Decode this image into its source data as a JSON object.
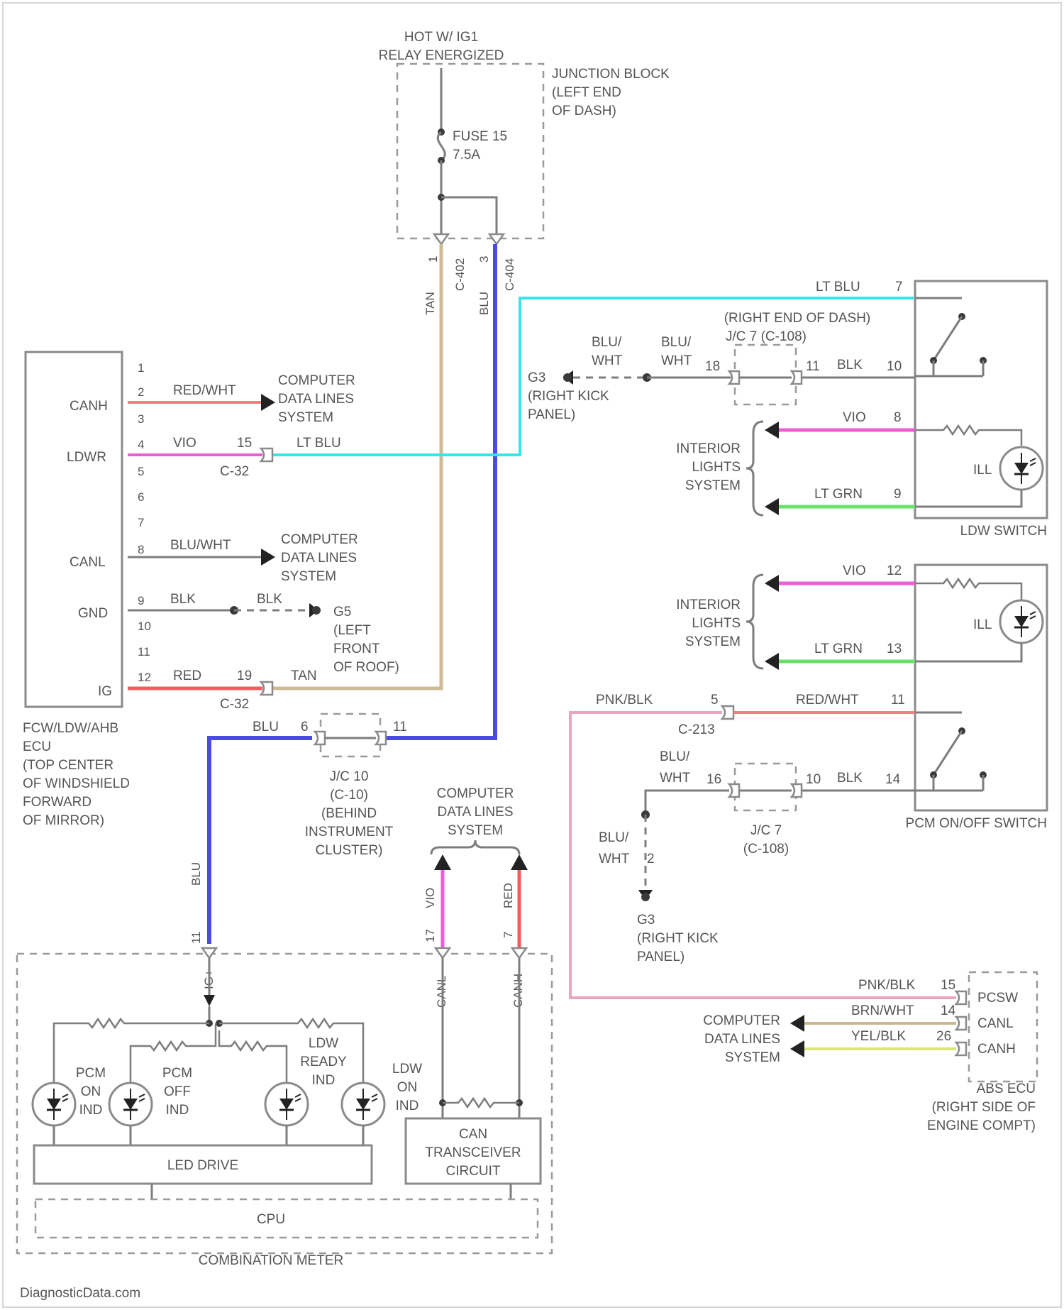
{
  "colors": {
    "lt_blu": "#38e4ec",
    "blu": "#4a4ae6",
    "tan": "#cdbb95",
    "red": "#f05c5c",
    "red_wht": "#f28080",
    "vio": "#f05cd6",
    "lt_grn": "#6adf6a",
    "pnk_blk": "#e8a6ba",
    "brn_wht": "#c8b890",
    "yel_blk": "#dde47a",
    "wire_gray": "#7d7d7d"
  },
  "top": {
    "hot_label": "HOT W/ IG1",
    "relay_label": "RELAY ENERGIZED",
    "junction_block": [
      "JUNCTION BLOCK",
      "(LEFT END",
      "OF DASH)"
    ],
    "fuse": [
      "FUSE 15",
      "7.5A"
    ],
    "pin_left": "1",
    "pin_right": "3",
    "conn_left": "C-402",
    "conn_right": "C-404",
    "wire_tan": "TAN",
    "wire_blu": "BLU"
  },
  "ecu": {
    "name": [
      "FCW/LDW/AHB",
      "ECU",
      "(TOP CENTER",
      "OF WINDSHIELD",
      "FORWARD",
      "OF MIRROR)"
    ],
    "pin_numbers": [
      "1",
      "2",
      "3",
      "4",
      "5",
      "6",
      "7",
      "8",
      "9",
      "10",
      "11",
      "12"
    ],
    "labels": {
      "canh": "CANH",
      "ldwr": "LDWR",
      "canl": "CANL",
      "gnd": "GND",
      "ig": "IG"
    },
    "wires": {
      "canh_color": "RED/WHT",
      "ldwr_color": "VIO",
      "ldwr_conn_pin": "15",
      "ldwr_conn": "C-32",
      "ldwr_out": "LT BLU",
      "canl_color": "BLU/WHT",
      "gnd_color": "BLK",
      "gnd_color2": "BLK",
      "ig_color": "RED",
      "ig_conn_pin": "19",
      "ig_conn": "C-32",
      "ig_out": "TAN"
    },
    "ground": [
      "G5",
      "(LEFT",
      "FRONT",
      "OF ROOF)"
    ],
    "cdl1": [
      "COMPUTER",
      "DATA LINES",
      "SYSTEM"
    ],
    "cdl2": [
      "COMPUTER",
      "DATA LINES",
      "SYSTEM"
    ]
  },
  "jc10": {
    "label": [
      "J/C 10",
      "(C-10)",
      "(BEHIND",
      "INSTRUMENT",
      "CLUSTER)"
    ],
    "pin_in": "6",
    "pin_out": "11",
    "wire_in": "BLU"
  },
  "ldw_switch": {
    "name": "LDW SWITCH",
    "location": "(RIGHT END OF DASH)",
    "pin_ltblu": "7",
    "wire_ltblu": "LT BLU",
    "ground": [
      "G3",
      "(RIGHT KICK",
      "PANEL)"
    ],
    "wire_bluwht_1": [
      "BLU/",
      "WHT"
    ],
    "wire_bluwht_2": [
      "BLU/",
      "WHT"
    ],
    "jc_label": "J/C 7 (C-108)",
    "jc_pin_in": "18",
    "jc_pin_out": "11",
    "blk_label": "BLK",
    "blk_pin": "10",
    "vio_label": "VIO",
    "vio_pin": "8",
    "ltgrn_label": "LT GRN",
    "ltgrn_pin": "9",
    "ill": "ILL",
    "interior": [
      "INTERIOR",
      "LIGHTS",
      "SYSTEM"
    ]
  },
  "pcm_switch": {
    "name": "PCM ON/OFF SWITCH",
    "interior": [
      "INTERIOR",
      "LIGHTS",
      "SYSTEM"
    ],
    "vio_label": "VIO",
    "vio_pin": "12",
    "ltgrn_label": "LT GRN",
    "ltgrn_pin": "13",
    "ill": "ILL",
    "pnkblk_label": "PNK/BLK",
    "c213_pin": "5",
    "c213": "C-213",
    "redwht_label": "RED/WHT",
    "redwht_pin": "11",
    "wire_bluwht": [
      "BLU/",
      "WHT"
    ],
    "jc_pin_in": "16",
    "jc_pin_out": "10",
    "blk_label": "BLK",
    "blk_pin": "14",
    "jc_label": [
      "J/C 7",
      "(C-108)"
    ],
    "g3_wire": [
      "BLU/",
      "WHT"
    ],
    "g3_pin": "2",
    "ground": [
      "G3",
      "(RIGHT KICK",
      "PANEL)"
    ]
  },
  "abs_ecu": {
    "name": [
      "ABS ECU",
      "(RIGHT SIDE OF",
      "ENGINE COMPT)"
    ],
    "pcsw_label": "PCSW",
    "canl_label": "CANL",
    "canh_label": "CANH",
    "pnkblk_label": "PNK/BLK",
    "pnkblk_pin": "15",
    "brnwht_label": "BRN/WHT",
    "brnwht_pin": "14",
    "yelblk_label": "YEL/BLK",
    "yelblk_pin": "26",
    "cdl": [
      "COMPUTER",
      "DATA LINES",
      "SYSTEM"
    ]
  },
  "meter": {
    "name": "COMBINATION METER",
    "cdl": [
      "COMPUTER",
      "DATA LINES",
      "SYSTEM"
    ],
    "blu_label": "BLU",
    "blu_pin": "11",
    "ig_label": "IG+",
    "vio_label": "VIO",
    "vio_pin": "17",
    "red_label": "RED",
    "red_pin": "7",
    "canl": "CANL",
    "canh": "CANH",
    "leds": [
      [
        "PCM",
        "ON",
        "IND"
      ],
      [
        "PCM",
        "OFF",
        "IND"
      ],
      [
        "LDW",
        "READY",
        "IND"
      ],
      [
        "LDW",
        "ON",
        "IND"
      ]
    ],
    "led_drive": "LED DRIVE",
    "can_circuit": [
      "CAN",
      "TRANSCEIVER",
      "CIRCUIT"
    ],
    "cpu": "CPU"
  },
  "watermark": "DiagnosticData.com"
}
